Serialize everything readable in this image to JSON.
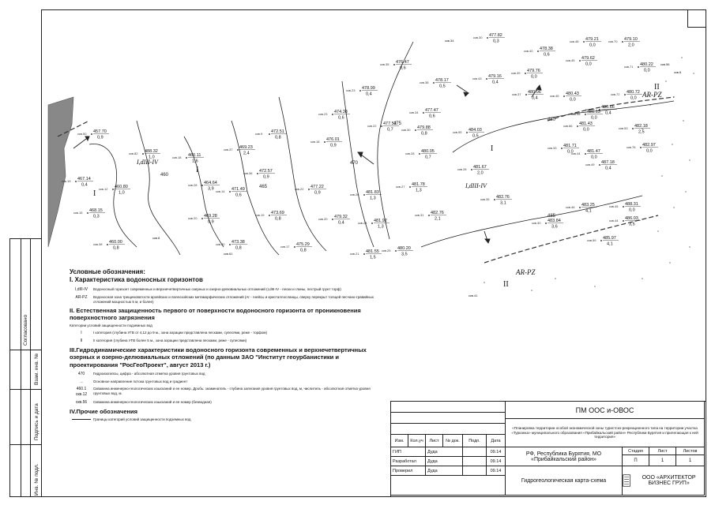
{
  "map": {
    "well_labels": [
      {
        "label": "скв.50",
        "value": "457.70",
        "sub": "0,9"
      },
      {
        "label": "скв.82",
        "value": "488.32",
        "sub": "1,0"
      },
      {
        "label": "скв.19",
        "value": "467.14",
        "sub": "0,4"
      },
      {
        "label": "скв.12",
        "value": "460.80",
        "sub": "1,0"
      },
      {
        "label": "скв.15",
        "value": "468.15",
        "sub": "0,3"
      },
      {
        "label": "скв.38",
        "value": "460.00",
        "sub": "0,8"
      },
      {
        "label": "скв.18",
        "value": "460.11",
        "sub": "1,6"
      },
      {
        "label": "скв.37",
        "value": "469.23",
        "sub": "2,4"
      },
      {
        "label": "скв.28",
        "value": "464.64",
        "sub": "3,9"
      },
      {
        "label": "скв.14",
        "value": "471.49",
        "sub": "0,6"
      },
      {
        "label": "скв.36",
        "value": "472.57",
        "sub": "0,9"
      },
      {
        "label": "скв.20",
        "value": "469.28",
        "sub": "0,9"
      },
      {
        "label": "скв.30",
        "value": "473.38",
        "sub": "0,8"
      },
      {
        "label": "скв.9",
        "value": "472.51",
        "sub": "0,8"
      },
      {
        "label": "скв.19",
        "value": "473.69",
        "sub": "0,8"
      },
      {
        "label": "скв.23",
        "value": "474.38",
        "sub": "0,6"
      },
      {
        "label": "скв.18",
        "value": "476.01",
        "sub": "0,9"
      },
      {
        "label": "скв.22",
        "value": "477.22",
        "sub": "0,9"
      },
      {
        "label": "скв.20",
        "value": "479.32",
        "sub": "0,4"
      },
      {
        "label": "скв.17",
        "value": "475.29",
        "sub": "0,8"
      },
      {
        "label": "скв.23",
        "value": "478.99",
        "sub": "0,4"
      },
      {
        "label": "скв.35",
        "value": "476.47",
        "sub": "0,6"
      },
      {
        "label": "скв.22",
        "value": "477.52",
        "sub": "0,7"
      },
      {
        "label": "скв.26",
        "value": "481.83",
        "sub": "1,3"
      },
      {
        "label": "скв.24",
        "value": "481.92",
        "sub": "1,3"
      },
      {
        "label": "скв.21",
        "value": "481.55",
        "sub": "1,5"
      },
      {
        "label": "скв.27",
        "value": "481.78",
        "sub": "1,3"
      },
      {
        "label": "скв.30",
        "value": "479.88",
        "sub": "0,8"
      },
      {
        "label": "скв.34",
        "value": "477.47",
        "sub": "0,6"
      },
      {
        "label": "скв.28",
        "value": "480.05",
        "sub": "0,7"
      },
      {
        "label": "скв.38",
        "value": "478.17",
        "sub": "0,5"
      },
      {
        "label": "скв.30",
        "value": "477.82",
        "sub": "0,3"
      },
      {
        "label": "скв.43",
        "value": "479.16",
        "sub": "0,4"
      },
      {
        "label": "скв.40",
        "value": "478.38",
        "sub": "0,6"
      },
      {
        "label": "скв.39",
        "value": "479.76",
        "sub": "0,0"
      },
      {
        "label": "скв.48",
        "value": "479.21",
        "sub": "0,0"
      },
      {
        "label": "скв.45",
        "value": "479.62",
        "sub": "0,0"
      },
      {
        "label": "скв.70",
        "value": "479.10",
        "sub": "2,0"
      },
      {
        "label": "скв.71",
        "value": "480.22",
        "sub": "0,0"
      },
      {
        "label": "скв.37",
        "value": "480.06",
        "sub": "0,4"
      },
      {
        "label": "скв.45",
        "value": "480.43",
        "sub": "0,0"
      },
      {
        "label": "скв.72",
        "value": "480.72",
        "sub": "0,0"
      },
      {
        "label": "скв.58",
        "value": "481.13",
        "sub": "0,0"
      },
      {
        "label": "скв.55",
        "value": "484.03",
        "sub": "0,5"
      },
      {
        "label": "скв.28",
        "value": "481.67",
        "sub": "2,0"
      },
      {
        "label": "скв.33",
        "value": "481.71",
        "sub": "0,0"
      },
      {
        "label": "скв.66",
        "value": "481.43",
        "sub": "0,0"
      },
      {
        "label": "скв.68",
        "value": "480.66",
        "sub": "0,4"
      },
      {
        "label": "скв.53",
        "value": "482.18",
        "sub": "2,5"
      },
      {
        "label": "скв.44",
        "value": "481.47",
        "sub": "0,0"
      },
      {
        "label": "скв.49",
        "value": "487.18",
        "sub": "0,4"
      },
      {
        "label": "скв.76",
        "value": "482.97",
        "sub": "0,0"
      },
      {
        "label": "скв.35",
        "value": "482.76",
        "sub": "3,1"
      },
      {
        "label": "скв.31",
        "value": "482.76",
        "sub": "2,1"
      },
      {
        "label": "скв.46",
        "value": "483.25",
        "sub": "4,1"
      },
      {
        "label": "скв.30",
        "value": "483.84",
        "sub": "3,6"
      },
      {
        "label": "скв.25",
        "value": "480.20",
        "sub": "3,5"
      },
      {
        "label": "скв.59",
        "value": "485.97",
        "sub": "4,1"
      },
      {
        "label": "скв.45",
        "value": "488.31",
        "sub": "0,0"
      },
      {
        "label": "скв.44",
        "value": "486.03",
        "sub": "3,5"
      }
    ],
    "zone_labels": [
      "I",
      "I",
      "I",
      "II",
      "II"
    ],
    "zone_codes": [
      "I,dIII-IV",
      "I,dIII-IV",
      "AR-PZ",
      "AR-PZ"
    ],
    "contour_labels": [
      "460",
      "465",
      "470",
      "475",
      "480",
      "485"
    ],
    "extra_marks": [
      "скв.34",
      "скв.8",
      "скв.56",
      "скв.41",
      "скв.61",
      "скв.6"
    ]
  },
  "legend": {
    "title": "Условные обозначения:",
    "s1": {
      "heading": "I. Характеристика водоносных горизонтов",
      "items": [
        {
          "sym": "I,dIII-IV",
          "desc": "Водоносный горизонт современных и верхнечетвертичных озерных и озерно-делювиальных отложений (I,dIII-IV - пески и глины, пестрый грунт торф)"
        },
        {
          "sym": "AR-PZ",
          "desc": "Водоносная зона трещиноватости архейских и палеозойских метаморфических отложений (Ar - гнейсы и кристаллосланцы, сверху перекрыт толщей песчано-гравийных отложений мощностью 5 м, и более)"
        }
      ]
    },
    "s2": {
      "heading": "II. Естественная защищенность первого от поверхности водоносного горизонта от проникновения поверхностного загрязнения",
      "subheading": "Категории условий защищенности подземных вод",
      "items": [
        {
          "sym": "I",
          "desc": "I категория (глубина УГВ от 4,12 до 9 м., зона аэрации представлена песками, супесями, реже - торфом)"
        },
        {
          "sym": "II",
          "desc": "II категория (глубина УГВ более 5 м., зона аэрации представлена песками, реже - супесями)"
        }
      ]
    },
    "s3": {
      "heading": "III.Гидродинамические характеристики водоносного горизонта современных и верхнечетвертичных озерных и озерно-делювиальных отложений (по данным ЗАО \"Институт геоурбанистики и проектирования \"РосГеоПроект\", август 2013 г.)",
      "items": [
        {
          "sym": "470",
          "desc": "Гидроизогипсы, цифра - абсолютная отметка уровня грунтовых вод"
        },
        {
          "sym": "→",
          "desc": "Основное направление потока грунтовых вод и градиент"
        },
        {
          "sym": "460.1\nскв.12",
          "desc": "Скважина инженерно-геологических изысканий и ее номер. Дробь: знаменатель - глубина залегания уровня грунтовых вод, м, числитель - абсолютная отметка уровня грунтовых вод, м."
        },
        {
          "sym": "скв.56",
          "desc": "Скважина инженерно-геологических изысканий и ее номер (безводная)"
        }
      ]
    },
    "s4": {
      "heading": "IV.Прочие обозначения",
      "items": [
        {
          "sym": "",
          "desc": "Границы категорий условий защищенности подземных вод"
        }
      ]
    }
  },
  "side_stamp": {
    "labels": [
      "Согласовано",
      "Взам. инв. №",
      "Подпись и дата",
      "Инв. № подл."
    ]
  },
  "title_block": {
    "doc_code": "ПМ ООС и-ОВОС",
    "project": "«Планировка территории особой экономической зоны туристско-рекреационного типа на территории участка «Турканка» муниципального образования «Прибайкальский район» Республики Бурятия и прилегающая к ней территория»",
    "location": "РФ, Республика Бурятия, МО «Прибайкальский район»",
    "sheet_title": "Гидрогеологическая карта-схема",
    "company": "ООО «АРХИТЕКТОР БИЗНЕС ГРУП»",
    "headers": [
      "Изм.",
      "Кол.уч",
      "Лист",
      "№ док.",
      "Подп.",
      "Дата"
    ],
    "stage_headers": [
      "Стадия",
      "Лист",
      "Листов"
    ],
    "stage_values": [
      "П",
      "1",
      "1"
    ],
    "people": [
      {
        "role": "ГИП",
        "name": "Дуда",
        "date": "09.14"
      },
      {
        "role": "Разработал",
        "name": "Дуда",
        "date": "09.14"
      },
      {
        "role": "Проверил",
        "name": "Дуда",
        "date": "09.14"
      }
    ]
  }
}
